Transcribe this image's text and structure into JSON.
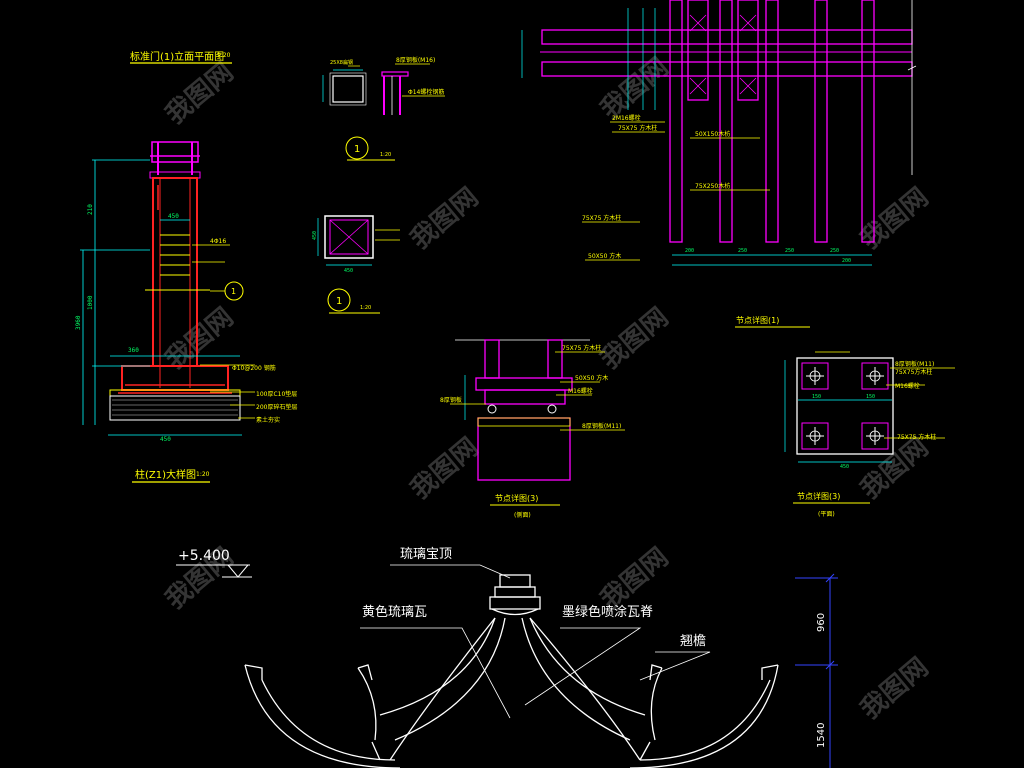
{
  "colors": {
    "background": "#000000",
    "magenta": "#ff00ff",
    "red": "#ff2222",
    "cyan": "#00ffff",
    "yellow": "#ffff00",
    "white": "#ffffff",
    "green": "#00ff66",
    "blue": "#3344ff"
  },
  "watermark": "我图网",
  "column_detail": {
    "title": "标准门(1)立面平面图",
    "bottom_title": "柱(Z1)大样图",
    "scale": "1:20",
    "notes": [
      "Φ10@200 钢筋",
      "100厚C10垫层",
      "200厚碎石垫层",
      "素土夯实",
      "4Φ16"
    ],
    "dims": [
      "450",
      "360",
      "1000",
      "210",
      "3960"
    ],
    "callout": "1"
  },
  "section_1a": {
    "labels": [
      "25X8扁钢",
      "8厚钢板(M16)",
      "Φ14螺栓钢筋"
    ],
    "marker": "1",
    "scale": "1:20"
  },
  "section_1b": {
    "dims": [
      "450",
      "450"
    ],
    "marker": "1",
    "scale": "1:20"
  },
  "pergola_plan": {
    "labels": [
      "2M16螺栓",
      "75X75 方木柱",
      "50X150木枋",
      "75X250木枋",
      "75X75 方木柱",
      "50X50 方木"
    ],
    "dims": [
      "200",
      "250",
      "250",
      "250",
      "200"
    ]
  },
  "node_detail_3": {
    "labels": [
      "75X75 方木柱",
      "50X50 方木",
      "8厚钢板",
      "M16螺栓",
      "8厚钢板(M11)"
    ],
    "title": "节点详图(3)",
    "sub": "(侧面)"
  },
  "node_detail_1": {
    "header": "节点详图(1)",
    "labels": [
      "8厚钢板(M11)",
      "75X75方木柱",
      "M16螺栓",
      "75X75 方木柱"
    ],
    "dims": [
      "150",
      "150",
      "450"
    ],
    "title": "节点详图(3)",
    "sub": "(平面)"
  },
  "roof_elevation": {
    "level": "+5.400",
    "labels": [
      "琉璃宝顶",
      "黄色琉璃瓦",
      "墨绿色喷涂瓦脊",
      "翘檐"
    ],
    "dims": [
      "960",
      "1540"
    ]
  }
}
